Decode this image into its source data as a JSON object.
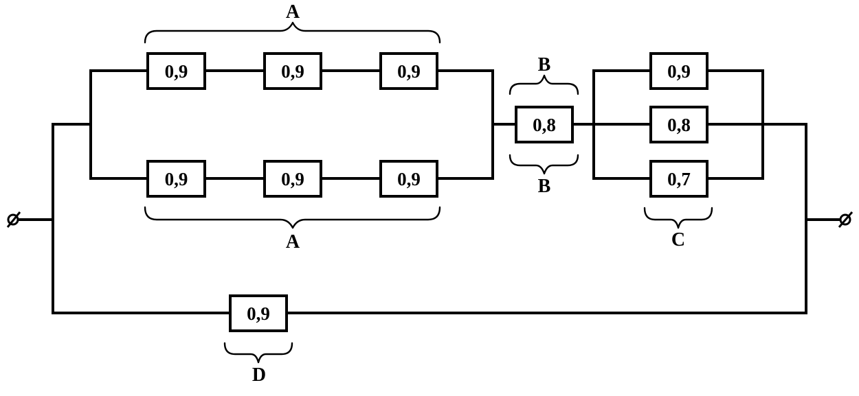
{
  "elements": [
    {
      "id": "A1",
      "value": "0,9",
      "group": "A"
    },
    {
      "id": "A2",
      "value": "0,9",
      "group": "A"
    },
    {
      "id": "A3",
      "value": "0,9",
      "group": "A"
    },
    {
      "id": "A4",
      "value": "0,9",
      "group": "A"
    },
    {
      "id": "A5",
      "value": "0,9",
      "group": "A"
    },
    {
      "id": "A6",
      "value": "0,9",
      "group": "A"
    },
    {
      "id": "B1",
      "value": "0,8",
      "group": "B"
    },
    {
      "id": "C1",
      "value": "0,9",
      "group": "C"
    },
    {
      "id": "C2",
      "value": "0,8",
      "group": "C"
    },
    {
      "id": "C3",
      "value": "0,7",
      "group": "C"
    },
    {
      "id": "D1",
      "value": "0,9",
      "group": "D"
    }
  ],
  "group_labels": {
    "A": "A",
    "B": "B",
    "C": "C",
    "D": "D"
  }
}
